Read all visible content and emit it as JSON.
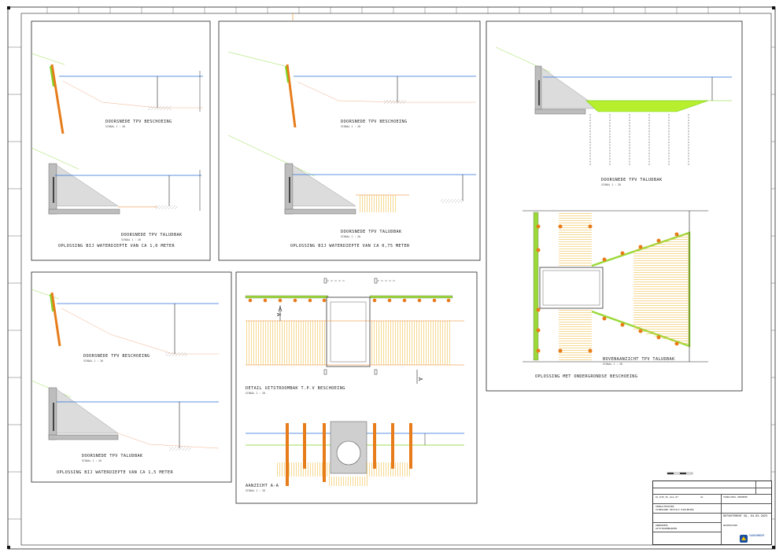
{
  "panel1": {
    "section_top_title": "DOORSNEDE TPV BESCHOEING",
    "section_top_scale": "SCHAAL 1 : 20",
    "section_bottom_title": "DOORSNEDE TPV TALUDBAK",
    "section_bottom_scale": "SCHAAL 1 : 20",
    "caption": "OPLOSSING BIJ WATERDIEPTE VAN CA 1,0 METER"
  },
  "panel2": {
    "section_top_title": "DOORSNEDE TPV BESCHOEING",
    "section_top_scale": "SCHAAL 1 : 20",
    "section_bottom_title": "DOORSNEDE TPV TALUDBAK",
    "section_bottom_scale": "SCHAAL 1 : 20",
    "caption": "OPLOSSING BIJ WATERDIEPTE VAN CA 0,75 METER"
  },
  "panel3": {
    "section_top_title": "DOORSNEDE TPV BESCHOEING",
    "section_top_scale": "SCHAAL 1 : 20",
    "section_bottom_title": "DOORSNEDE TPV TALUDBAK",
    "section_bottom_scale": "SCHAAL 1 : 20",
    "caption": "OPLOSSING BIJ WATERDIEPTE VAN CA 1,5 METER"
  },
  "panel4": {
    "detail_title": "DETAIL UITSTROOMBAK T.P.V BESCHOEING",
    "detail_scale": "SCHAAL 1 : 20",
    "view_title": "AANZICHT A-A",
    "view_scale": "SCHAAL 1 : 20",
    "marker_a": "A"
  },
  "panel5": {
    "section_title": "DOORSNEDE TPV TALUDBAK",
    "section_scale": "SCHAAL 1 : 20",
    "plan_title": "BOVENAANZICHT TPV TALUDBAK",
    "plan_scale": "SCHAAL 1 : 20",
    "caption": "OPLOSSING MET ONDERGRONDSE BESCHOEING"
  },
  "title_block": {
    "drawing_code": "DL_RIO_PL_ALG_07",
    "sheet_size": "A1",
    "drawing_kind": "VOORLOPIG ONTWERP",
    "project_label": "OPDRACHTGEVER",
    "project_value": "STANDAARD DETAILS RIOLERING",
    "subject_label": "ONDERDEEL",
    "subject_value": "UITSTROOMBAKKEN",
    "dept": "DEPARTEMENT GO, 04-03-2025",
    "org": "WATERSCHAP",
    "brand": "VANGHNKER"
  },
  "colors": {
    "water": "#2a6fd6",
    "pile": "#e77c1a",
    "green": "#7ed321",
    "green_fill": "#b7ef2f",
    "concrete": "#d0d0d0",
    "frame": "#222222"
  }
}
